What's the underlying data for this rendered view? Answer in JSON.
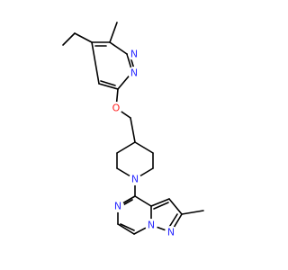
{
  "colors": {
    "bond": "#000000",
    "nitrogen": "#2b2bff",
    "oxygen": "#ff2020",
    "background": "#ffffff"
  },
  "atoms": {
    "n_pyridazine_1": "N",
    "n_pyridazine_2": "N",
    "o_ether": "O",
    "n_piperidine": "N",
    "n_pyrazine": "N",
    "n_bridge": "N",
    "n_pyrazole": "N"
  }
}
